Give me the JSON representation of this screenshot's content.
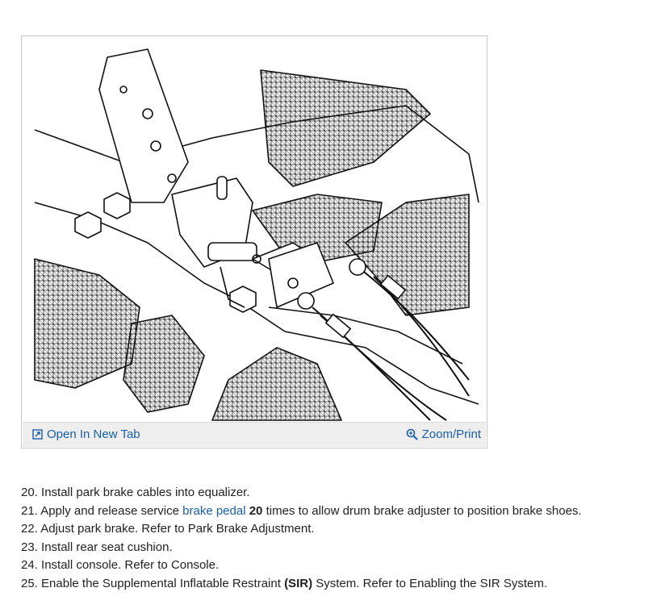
{
  "figure": {
    "open_tab_label": "Open In New Tab",
    "open_tab_icon": "open-external-icon",
    "zoom_label": "Zoom/Print",
    "zoom_icon": "magnifier-icon"
  },
  "steps": [
    {
      "num": "20.",
      "text": "Install park brake cables into equalizer."
    },
    {
      "num": "21.",
      "pre": "Apply and release service ",
      "link": "brake pedal",
      "bold": "20",
      "post": " times to allow drum brake adjuster to position brake shoes."
    },
    {
      "num": "22.",
      "text": "Adjust park brake. Refer to Park Brake Adjustment."
    },
    {
      "num": "23.",
      "text": "Install rear seat cushion."
    },
    {
      "num": "24.",
      "text": "Install console. Refer to Console."
    },
    {
      "num": "25.",
      "pre": "Enable the Supplemental Inflatable Restraint ",
      "bold": "(SIR)",
      "post": " System. Refer to Enabling the SIR System."
    }
  ],
  "colors": {
    "link": "#1a5fa8",
    "toolbar_bg": "#eeeeee",
    "frame_border": "#c8c8c8"
  }
}
